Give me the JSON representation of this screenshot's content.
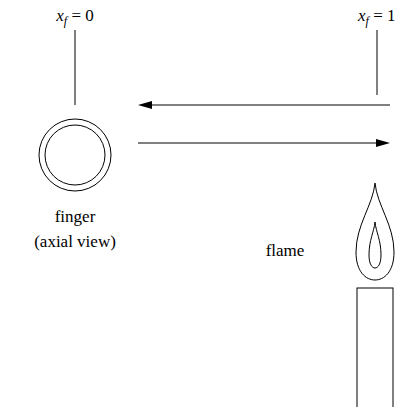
{
  "diagram": {
    "nodes": [
      {
        "text": [
          "finger (axial view)"
        ]
      },
      {
        "text": [
          "flame"
        ]
      }
    ],
    "edges": [
      {
        "from": 0,
        "to": 1,
        "arrow": "to"
      },
      {
        "from": 1,
        "to": 0,
        "arrow": "to"
      }
    ],
    "labels": [
      "xf = 0",
      "xf = 1"
    ]
  }
}
